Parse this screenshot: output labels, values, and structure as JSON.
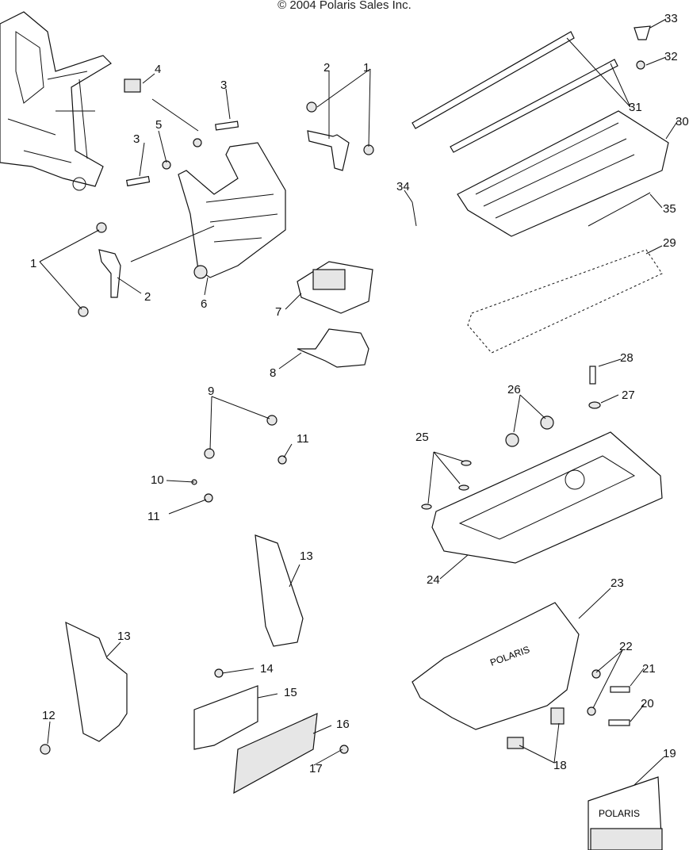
{
  "copyright": "© 2004 Polaris Sales Inc.",
  "callouts": [
    "1",
    "1",
    "2",
    "2",
    "3",
    "3",
    "4",
    "5",
    "6",
    "7",
    "8",
    "9",
    "10",
    "11",
    "11",
    "12",
    "13",
    "13",
    "14",
    "15",
    "16",
    "17",
    "18",
    "19",
    "20",
    "21",
    "22",
    "23",
    "24",
    "25",
    "26",
    "27",
    "28",
    "29",
    "30",
    "31",
    "32",
    "33",
    "34",
    "35"
  ],
  "decals": {
    "front_grille": "POLARIS",
    "badge": "POLARIS"
  },
  "colors": {
    "line": "#111111",
    "paper": "#ffffff"
  }
}
